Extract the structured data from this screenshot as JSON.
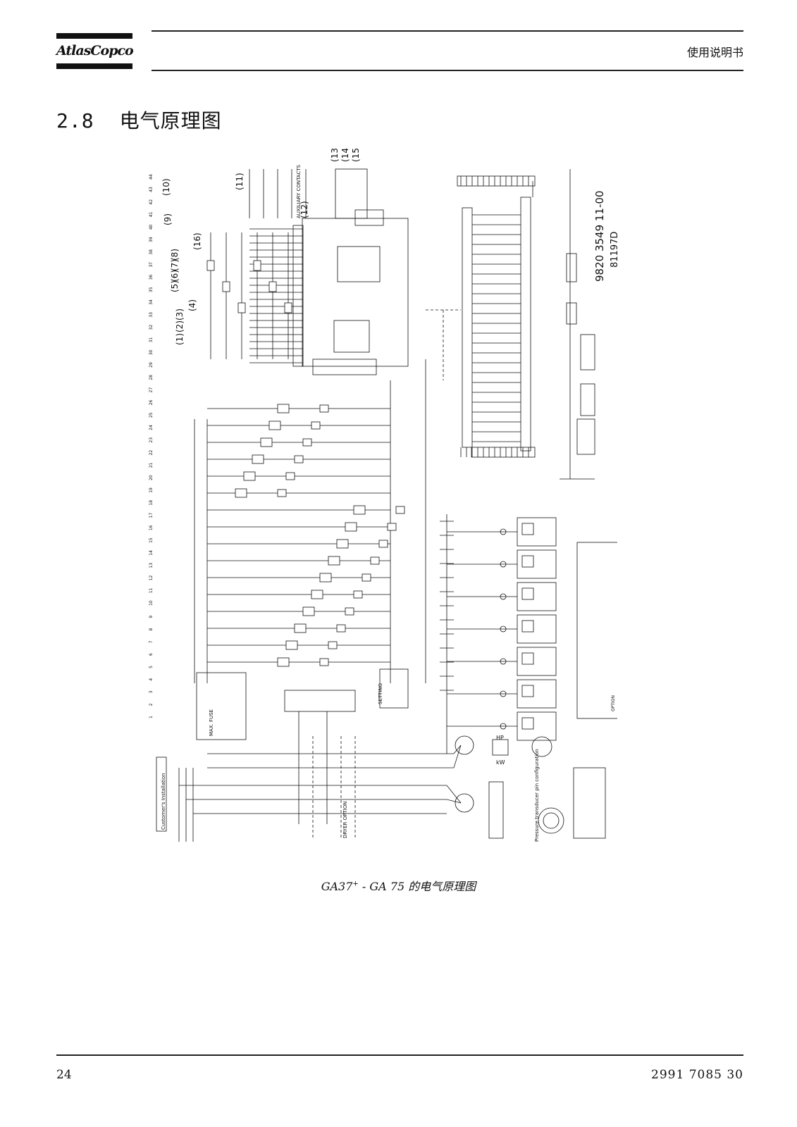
{
  "header": {
    "logo_text": "AtlasCopco",
    "label": "使用说明书"
  },
  "section": {
    "number": "2.8",
    "title": "电气原理图"
  },
  "diagram": {
    "drawing_number": "9820 3549 11-00",
    "drawing_code": "81197D",
    "column_numbers": [
      "1",
      "2",
      "3",
      "4",
      "5",
      "6",
      "7",
      "8",
      "9",
      "10",
      "11",
      "12",
      "13",
      "14",
      "15",
      "16",
      "17",
      "18",
      "19",
      "20",
      "21",
      "22",
      "23",
      "24",
      "25",
      "26",
      "27",
      "28",
      "29",
      "30",
      "31",
      "32",
      "33",
      "34",
      "35",
      "36",
      "37",
      "38",
      "39",
      "40",
      "41",
      "42",
      "43",
      "44"
    ],
    "callouts": [
      "(1)",
      "(2)",
      "(3)",
      "(4)",
      "(5)",
      "(6)",
      "(7)",
      "(8)",
      "(9)",
      "(10)",
      "(11)",
      "(12)",
      "(13)",
      "(14)",
      "(15)",
      "(16)"
    ],
    "labels": {
      "customer_installation": "Customer's Installation",
      "auxiliary_contacts": "AUXILIARY CONTACTS",
      "setting": "SETTING",
      "dryer_option": "DRYER OPTION",
      "pressure_transducer": "Pressure transducer pin configuration",
      "option": "OPTION",
      "max_fuse": "MAX. FUSE",
      "kw": "kW",
      "hp": "HP"
    }
  },
  "caption": {
    "model_a": "GA37",
    "model_sup": "+",
    "rest": " - GA 75 的电气原理图"
  },
  "footer": {
    "page_number": "24",
    "doc_number": "2991 7085 30"
  }
}
